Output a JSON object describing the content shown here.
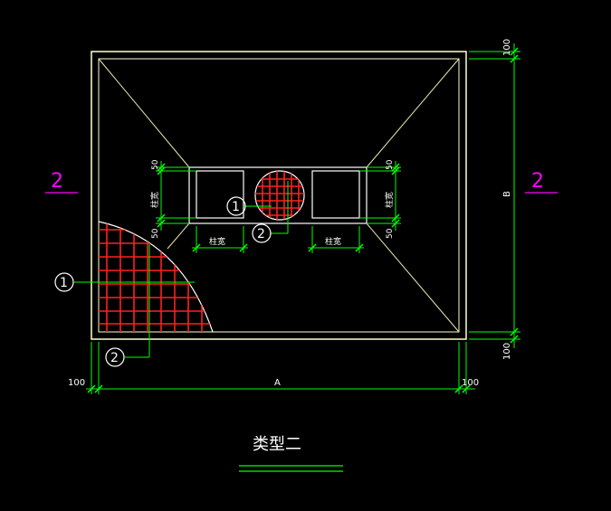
{
  "colors": {
    "background": "#000000",
    "outline": "#ffffcc",
    "diagonal": "#e8e8b0",
    "dimension": "#00ff00",
    "rebar": "#ff2020",
    "section": "#ff00ff",
    "text": "#ffffff"
  },
  "drawing": {
    "title": "类型二",
    "section_mark": "2",
    "dim_A": "A",
    "dim_B": "B",
    "dim_100": "100",
    "dim_50": "50",
    "col_width": "柱宽",
    "rebar_1": "1",
    "rebar_2": "2"
  }
}
